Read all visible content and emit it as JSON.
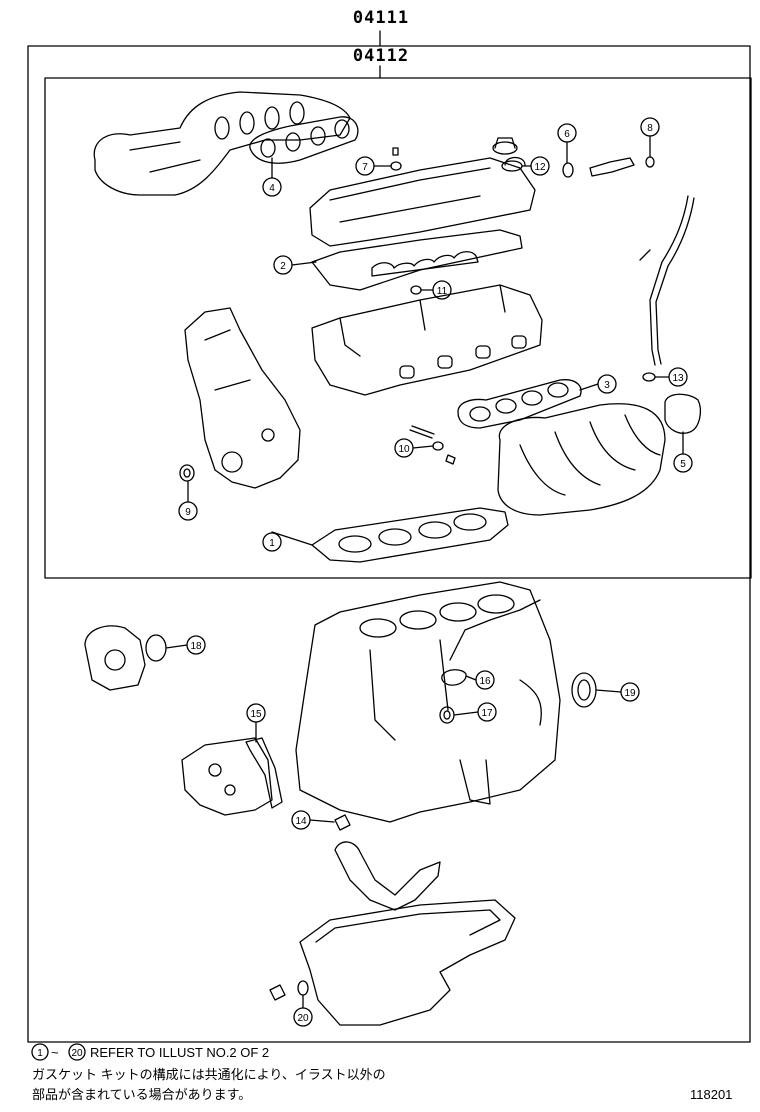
{
  "header": {
    "part_number_outer": "04111",
    "part_number_inner": "04112"
  },
  "callouts": [
    "1",
    "2",
    "3",
    "4",
    "5",
    "6",
    "7",
    "8",
    "9",
    "10",
    "11",
    "12",
    "13",
    "14",
    "15",
    "16",
    "17",
    "18",
    "19",
    "20"
  ],
  "footer": {
    "refer_note": "REFER TO ILLUST NO.2 OF 2",
    "refer_start": "1",
    "refer_end": "20",
    "refer_tilde": "~",
    "japanese_line1": "ガスケット キットの構成には共通化により、イラスト以外の",
    "japanese_line2": "部品が含まれている場合があります。",
    "illustration_id": "118201"
  }
}
